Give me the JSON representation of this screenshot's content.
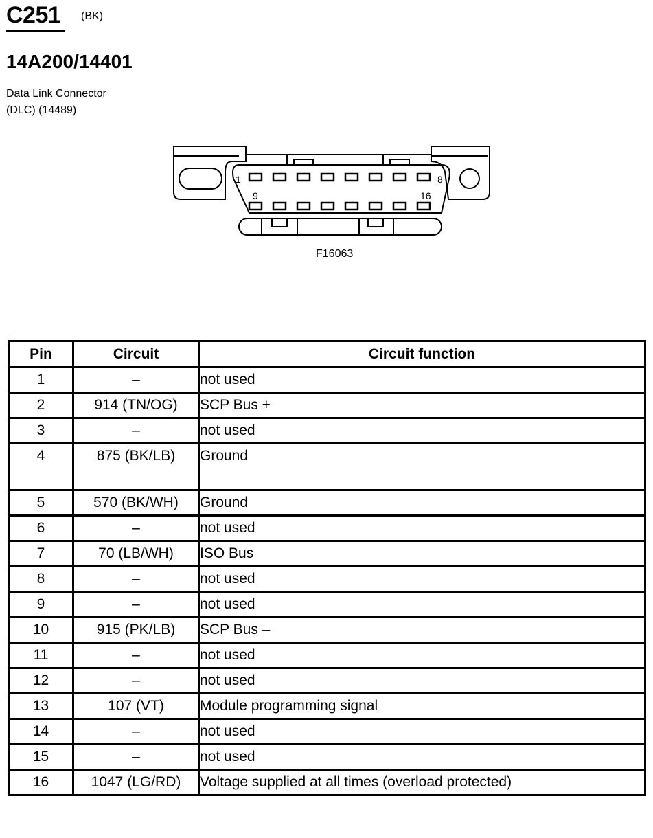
{
  "header": {
    "connector_id": "C251",
    "color_code": "(BK)",
    "part_number": "14A200/14401",
    "description_line1": "Data Link Connector",
    "description_line2": "(DLC) (14489)"
  },
  "diagram": {
    "figure_id": "F16063",
    "pin_label_1": "1",
    "pin_label_8": "8",
    "pin_label_9": "9",
    "pin_label_16": "16"
  },
  "table": {
    "headers": [
      "Pin",
      "Circuit",
      "Circuit function"
    ],
    "rows": [
      {
        "pin": "1",
        "circuit": "–",
        "function": "not used"
      },
      {
        "pin": "2",
        "circuit": "914 (TN/OG)",
        "function": "SCP Bus +"
      },
      {
        "pin": "3",
        "circuit": "–",
        "function": "not used"
      },
      {
        "pin": "4",
        "circuit": "875 (BK/LB)",
        "function": "Ground"
      },
      {
        "pin": "5",
        "circuit": "570 (BK/WH)",
        "function": "Ground"
      },
      {
        "pin": "6",
        "circuit": "–",
        "function": "not used"
      },
      {
        "pin": "7",
        "circuit": "70 (LB/WH)",
        "function": "ISO Bus"
      },
      {
        "pin": "8",
        "circuit": "–",
        "function": "not used"
      },
      {
        "pin": "9",
        "circuit": "–",
        "function": "not used"
      },
      {
        "pin": "10",
        "circuit": "915 (PK/LB)",
        "function": "SCP Bus –"
      },
      {
        "pin": "11",
        "circuit": "–",
        "function": "not used"
      },
      {
        "pin": "12",
        "circuit": "–",
        "function": "not used"
      },
      {
        "pin": "13",
        "circuit": "107 (VT)",
        "function": "Module programming signal"
      },
      {
        "pin": "14",
        "circuit": "–",
        "function": "not used"
      },
      {
        "pin": "15",
        "circuit": "–",
        "function": "not used"
      },
      {
        "pin": "16",
        "circuit": "1047 (LG/RD)",
        "function": "Voltage supplied at all times (overload protected)"
      }
    ]
  }
}
